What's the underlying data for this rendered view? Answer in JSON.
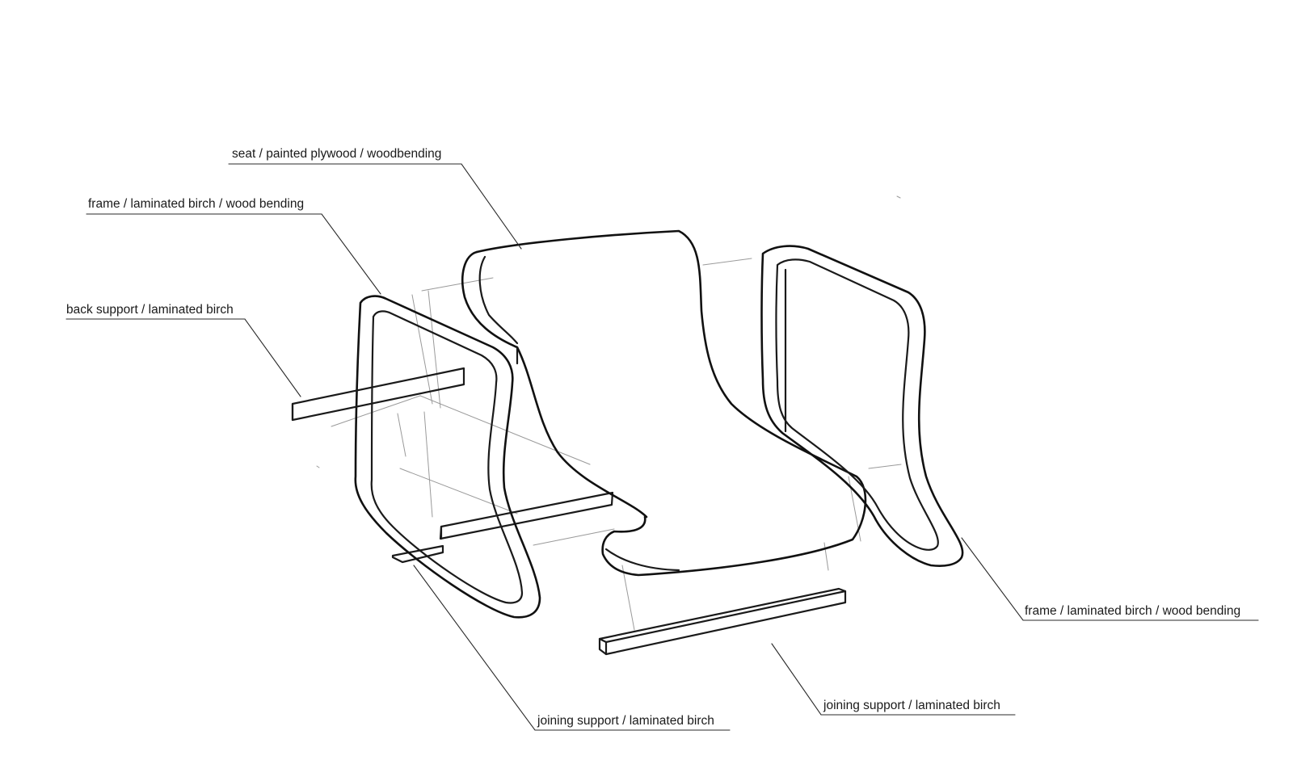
{
  "callouts": [
    {
      "id": "seat",
      "text": "seat / painted plywood / woodbending"
    },
    {
      "id": "frame-left",
      "text": "frame / laminated birch / wood bending"
    },
    {
      "id": "back-support",
      "text": "back support / laminated birch"
    },
    {
      "id": "frame-right",
      "text": "frame / laminated birch / wood bending"
    },
    {
      "id": "joining-support-left",
      "text": "joining support / laminated birch"
    },
    {
      "id": "joining-support-right",
      "text": "joining support / laminated birch"
    }
  ],
  "colors": {
    "ink": "#1a1a1a",
    "background": "#ffffff"
  }
}
